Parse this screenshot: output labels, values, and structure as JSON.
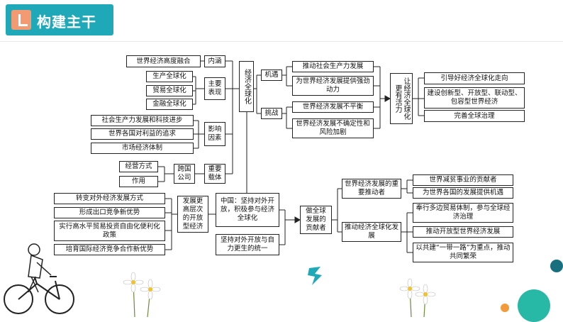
{
  "header": {
    "title": "构建主干"
  },
  "nodes": {
    "world_economy_fusion": "世界经济高度融合",
    "neihan": "内涵",
    "production_globalization": "生产全球化",
    "trade_globalization": "贸易全球化",
    "finance_globalization": "金融全球化",
    "main_manifest": "主要表现",
    "econ_globalization": "经济全球化",
    "social_productivity": "社会生产力发展和科技进步",
    "national_interest": "世界各国对利益的追求",
    "market_system": "市场经济体制",
    "influence_factors": "影响因素",
    "business_mode": "经营方式",
    "multinational": "跨国公司",
    "important_carrier": "重要载体",
    "zuoyong": "作用",
    "opportunity": "机遇",
    "challenge": "挑战",
    "promote_productivity": "推动社会生产力发展",
    "power_for_development": "为世界经济发展提供强劲动力",
    "unbalanced": "世界经济发展不平衡",
    "uncertainty": "世界经济发展不确定性和风险加剧",
    "make_globalization": "让经济全球化更有活力",
    "guide_globalization": "引导好经济全球化走向",
    "build_new": "建设创新型、开放型、联动型、包容型世界经济",
    "perfect_governance": "完善全球治理",
    "change_mode": "转变对外经济发展方式",
    "export_competition": "形成出口竞争新优势",
    "liberalization": "实行高水平贸易投资自由化便利化政策",
    "cultivate_competition": "培育国际经济竞争合作新优势",
    "higher_open": "发展更高层次的开放型经济",
    "china_open": "中国：坚持对外开放，积极参与经济全球化",
    "unity": "坚持对外开放与自力更生的统一",
    "contributor": "做全球发展的贡献者",
    "growth_engine": "世界经济发展的重要推动者",
    "promote_globalization": "推动经济全球化发展",
    "poverty_contributor": "世界减贫事业的贡献者",
    "provide_opportunity": "为世界各国的发展提供机遇",
    "multilateral": "奉行多边贸易体制，参与全球经济治理",
    "promote_open_world": "推动开放型世界经济发展",
    "belt_road": "以共建“一带一路”为重点，推动共同繁荣"
  },
  "colors": {
    "header_accent": "#1fa8b8",
    "icon_accent": "#f39a72"
  }
}
